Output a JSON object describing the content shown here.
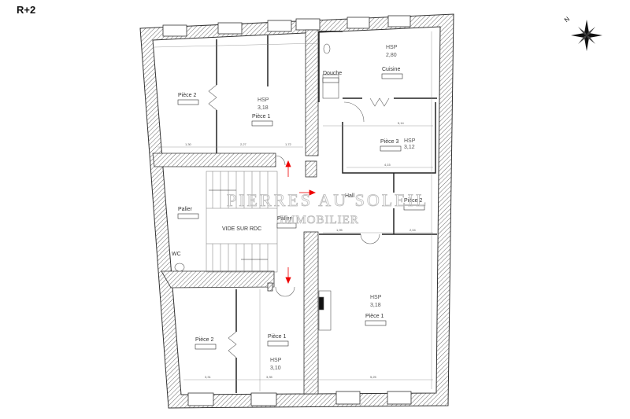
{
  "title": "R+2",
  "compass": {
    "label": "N",
    "icon": "compass-rose-icon"
  },
  "watermark": {
    "line1": "PIERRES AU SOLEIL",
    "line2": "IMMOBILIER"
  },
  "rooms": [
    {
      "name": "Pièce 2",
      "hsp": ""
    },
    {
      "name": "Pièce 1",
      "hsp_label": "HSP",
      "hsp": "3,18"
    },
    {
      "name": "Cuisine",
      "hsp_label": "HSP",
      "hsp": "2,80"
    },
    {
      "name": "Douche"
    },
    {
      "name": "Pièce 3",
      "hsp_label": "HSP",
      "hsp": "3,12"
    },
    {
      "name": "Palier"
    },
    {
      "name": "Hall"
    },
    {
      "name": "Pièce 2"
    },
    {
      "name": "Palier"
    },
    {
      "name": "WC"
    },
    {
      "name": "Pièce 1",
      "hsp_label": "HSP",
      "hsp": "3,18"
    },
    {
      "name": "Pièce 2"
    },
    {
      "name": "Pièce 1",
      "hsp_label": "HSP",
      "hsp": "3,10"
    }
  ],
  "void_label": "VIDE SUR RDC",
  "dimensions": [
    "1,30",
    "2,27",
    "1,72",
    "5,14",
    "4,15",
    "1,95",
    "2,04",
    "3,31",
    "3,35",
    "5,25"
  ]
}
